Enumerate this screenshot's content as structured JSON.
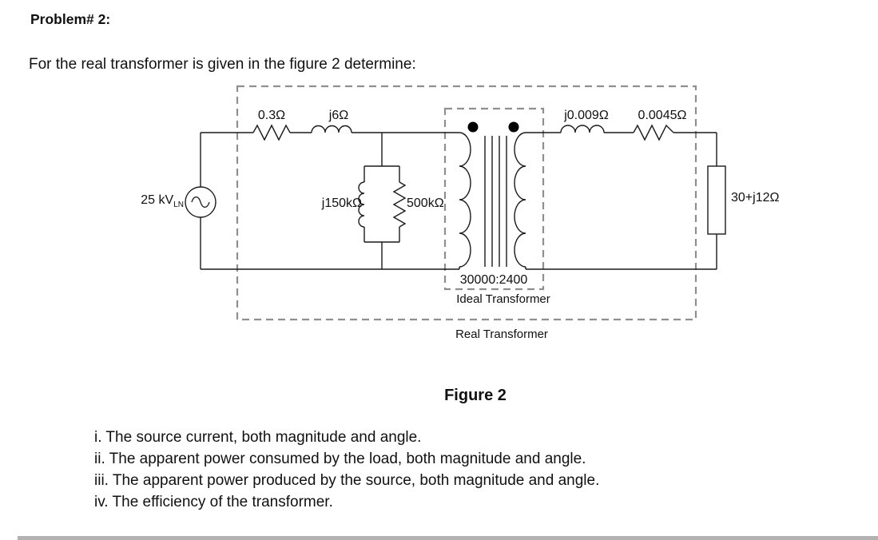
{
  "document": {
    "title": "Problem# 2:",
    "intro": "For the real transformer is given in the figure 2 determine:",
    "figure_caption": "Figure 2",
    "questions": [
      "i. The source current, both magnitude and angle.",
      "ii. The apparent power consumed by the load, both magnitude and angle.",
      "iii. The apparent power produced by the source, both magnitude and angle.",
      "iv. The efficiency of the transformer."
    ]
  },
  "circuit": {
    "source_voltage": "25 kV",
    "source_voltage_subscript": "LN",
    "primary_series_resistance": "0.3Ω",
    "primary_series_reactance": "j6Ω",
    "magnetizing_reactance": "j150kΩ",
    "core_loss_resistance": "500kΩ",
    "secondary_series_reactance": "j0.009Ω",
    "secondary_series_resistance": "0.0045Ω",
    "turns_ratio": "30000:2400",
    "ideal_transformer_label": "Ideal Transformer",
    "real_transformer_label": "Real Transformer",
    "load_impedance": "30+j12Ω"
  },
  "colors": {
    "wire": "#1a1a1a",
    "dashed_box": "#8f8f8f",
    "text": "#101010",
    "background": "#ffffff"
  }
}
